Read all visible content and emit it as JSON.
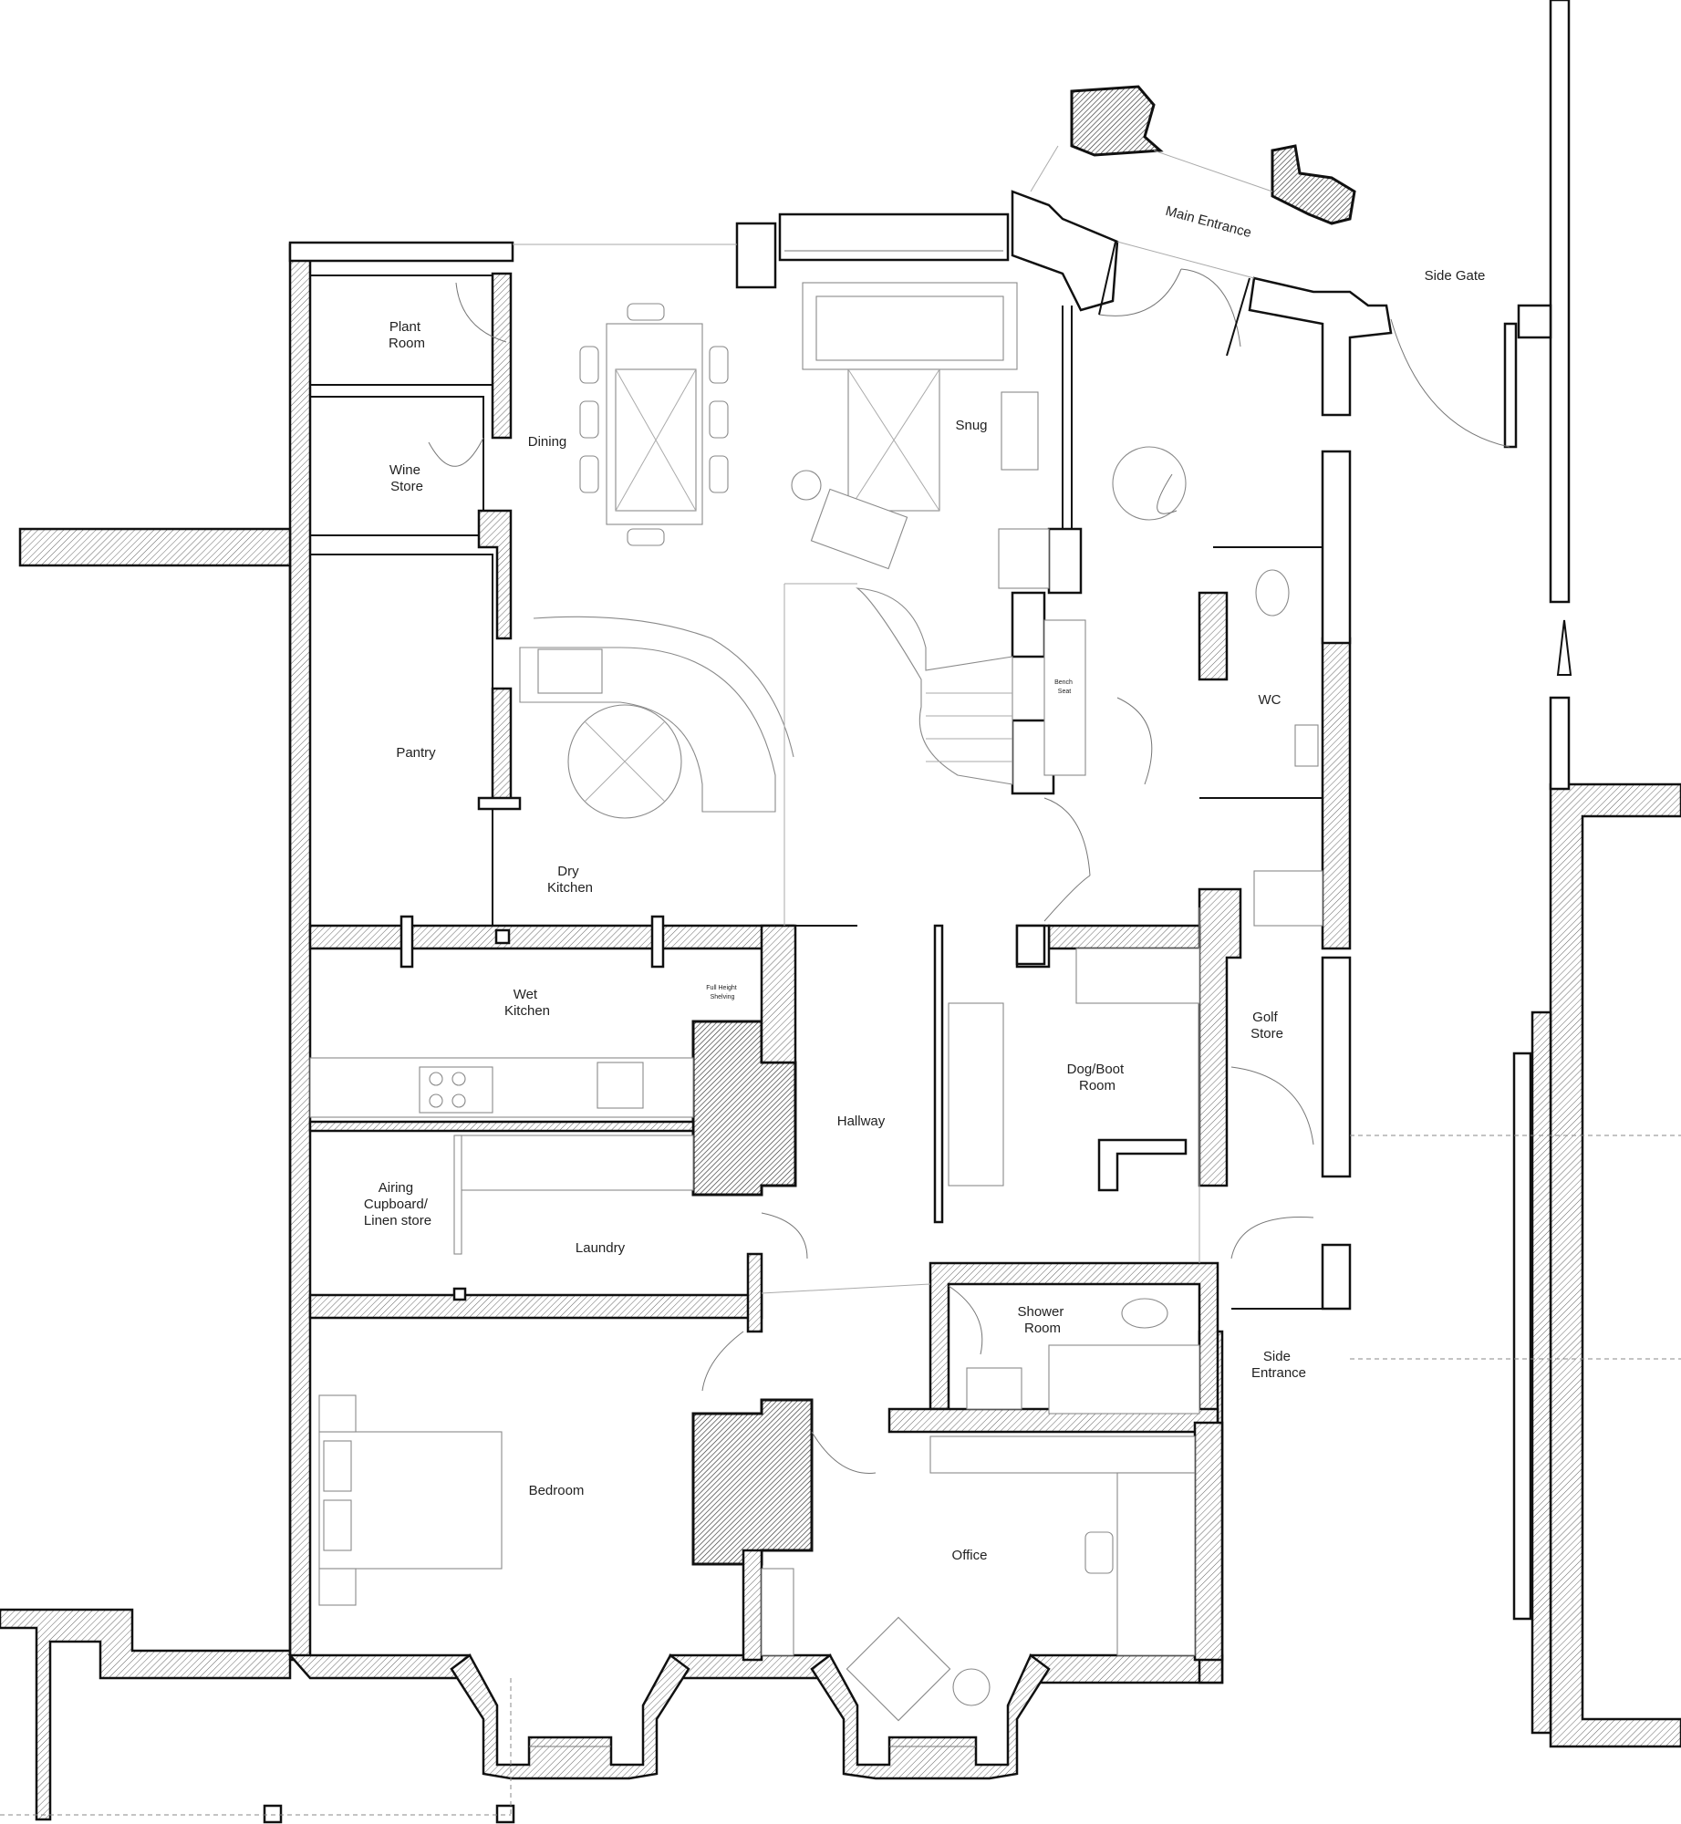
{
  "rooms": {
    "plant_room": [
      "Plant",
      "Room"
    ],
    "wine_store": [
      "Wine",
      "Store"
    ],
    "dining": "Dining",
    "snug": "Snug",
    "main_entrance": "Main Entrance",
    "side_gate": "Side Gate",
    "pantry": "Pantry",
    "dry_kitchen": [
      "Dry",
      "Kitchen"
    ],
    "bench_seat": [
      "Bench",
      "Seat"
    ],
    "wc": "WC",
    "wet_kitchen": [
      "Wet",
      "Kitchen"
    ],
    "full_height_shelving": [
      "Full Height",
      "Shelving"
    ],
    "dog_boot_room": [
      "Dog/Boot",
      "Room"
    ],
    "golf_store": [
      "Golf",
      "Store"
    ],
    "hallway": "Hallway",
    "airing_cupboard": [
      "Airing",
      "Cupboard/",
      "Linen store"
    ],
    "laundry": "Laundry",
    "shower_room": [
      "Shower",
      "Room"
    ],
    "side_entrance": [
      "Side",
      "Entrance"
    ],
    "bedroom": "Bedroom",
    "office": "Office"
  },
  "colors": {
    "wall_stroke": "#111111",
    "hatch": "#555555",
    "furniture": "#8a8a8a",
    "background": "#ffffff"
  }
}
